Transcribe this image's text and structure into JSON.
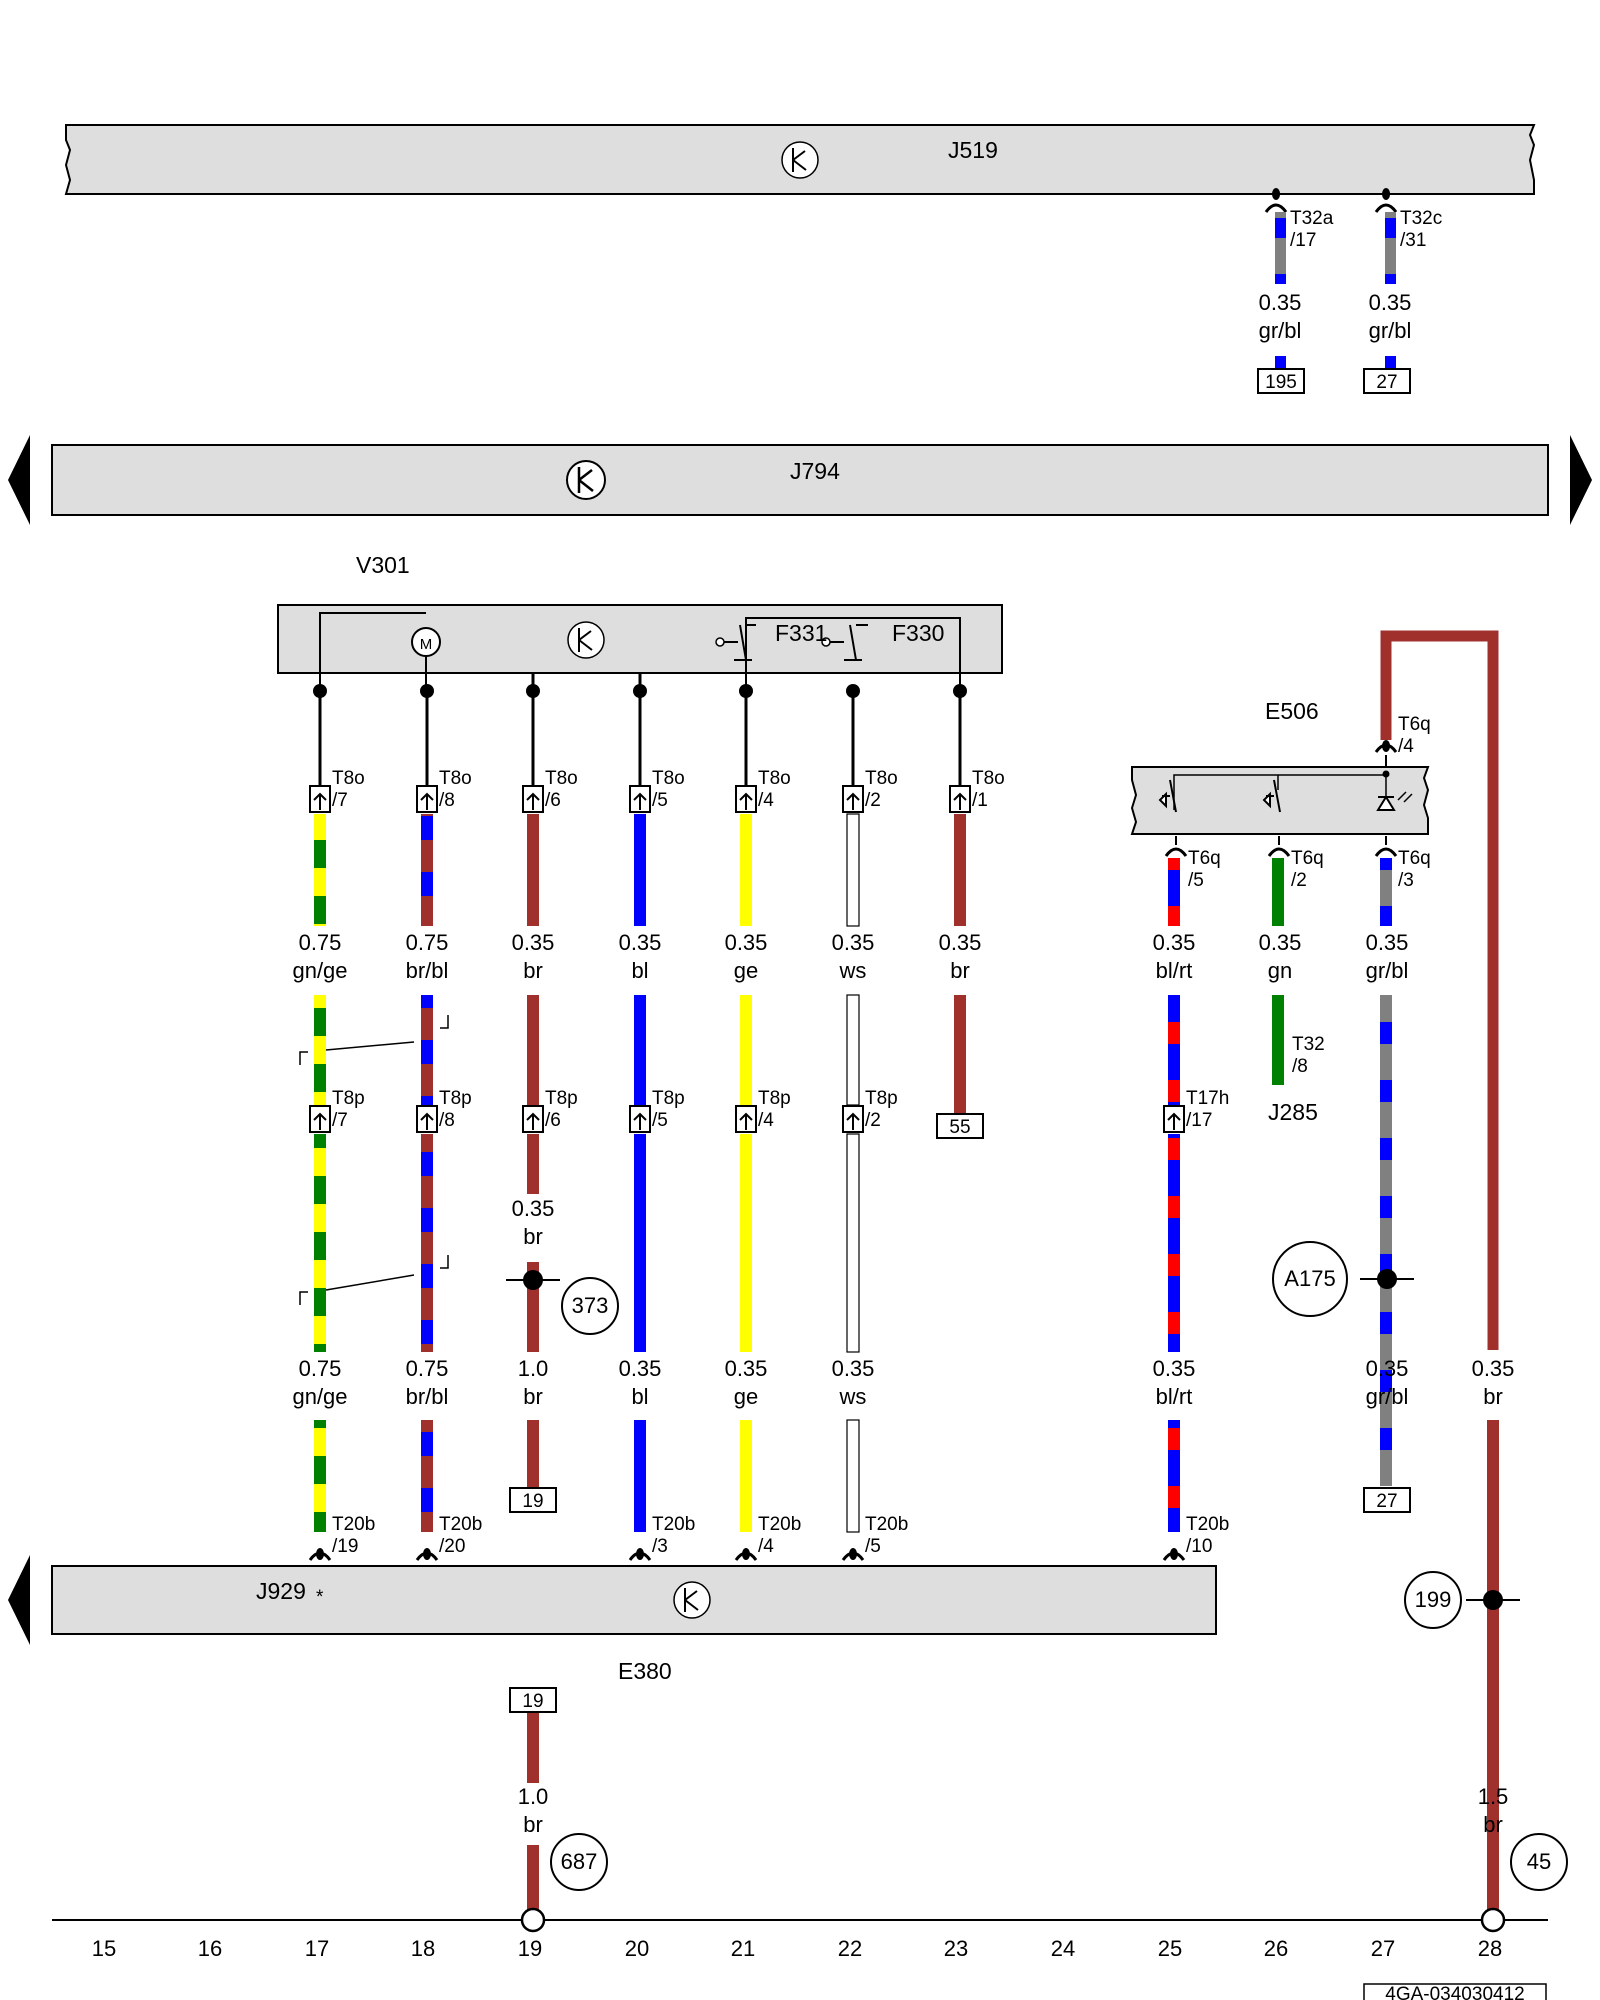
{
  "components": {
    "j519": "J519",
    "j794": "J794",
    "v301": "V301",
    "f331": "F331",
    "f330": "F330",
    "e506": "E506",
    "j285": "J285",
    "j929": "J929",
    "j929_note": "*",
    "e380": "E380"
  },
  "connectors": {
    "t32a": "T32a",
    "t32a_pin": "/17",
    "t32c": "T32c",
    "t32c_pin": "/31",
    "t8o": "T8o",
    "t8o_pins": [
      "/7",
      "/8",
      "/6",
      "/5",
      "/4",
      "/2",
      "/1"
    ],
    "t8p": "T8p",
    "t8p_pins": [
      "/7",
      "/8",
      "/6",
      "/5",
      "/4",
      "/2"
    ],
    "t6q": "T6q",
    "t6q_pins": [
      "/4",
      "/5",
      "/2",
      "/3"
    ],
    "t32": "T32",
    "t32_pin": "/8",
    "t17h": "T17h",
    "t17h_pin": "/17",
    "t20b": "T20b",
    "t20b_pins": [
      "/19",
      "/20",
      "/3",
      "/4",
      "/5",
      "/10"
    ]
  },
  "wires": {
    "top_sizes": [
      "0.35",
      "0.35"
    ],
    "top_colors": [
      "gr/bl",
      "gr/bl"
    ],
    "upper_sizes": [
      "0.75",
      "0.75",
      "0.35",
      "0.35",
      "0.35",
      "0.35",
      "0.35",
      "0.35",
      "0.35",
      "0.35"
    ],
    "upper_colors": [
      "gn/ge",
      "br/bl",
      "br",
      "bl",
      "ge",
      "ws",
      "br",
      "bl/rt",
      "gn",
      "gr/bl"
    ],
    "mid_size": "0.35",
    "mid_color": "br",
    "lower_sizes": [
      "0.75",
      "0.75",
      "1.0",
      "0.35",
      "0.35",
      "0.35",
      "0.35",
      "0.35",
      "0.35"
    ],
    "lower_colors": [
      "gn/ge",
      "br/bl",
      "br",
      "bl",
      "ge",
      "ws",
      "bl/rt",
      "gr/bl",
      "br"
    ],
    "bottom_sizes": [
      "1.0",
      "1.5"
    ],
    "bottom_colors": [
      "br",
      "br"
    ]
  },
  "references": {
    "ref_195": "195",
    "ref_27_top": "27",
    "ref_55": "55",
    "ref_19_upper": "19",
    "ref_27_lower": "27",
    "ref_19_lower": "19"
  },
  "nodes": {
    "n373": "373",
    "na175": "A175",
    "n199": "199",
    "n687": "687",
    "n45": "45"
  },
  "grid_numbers": [
    "15",
    "16",
    "17",
    "18",
    "19",
    "20",
    "21",
    "22",
    "23",
    "24",
    "25",
    "26",
    "27",
    "28"
  ],
  "document_id": "4GA-034030412",
  "colors": {
    "gn": "#008000",
    "ge": "#ffff00",
    "br": "#a0302c",
    "bl": "#0000ff",
    "rt": "#ff0000",
    "gr": "#808080",
    "ws": "#ffffff",
    "box": "#dedede"
  }
}
